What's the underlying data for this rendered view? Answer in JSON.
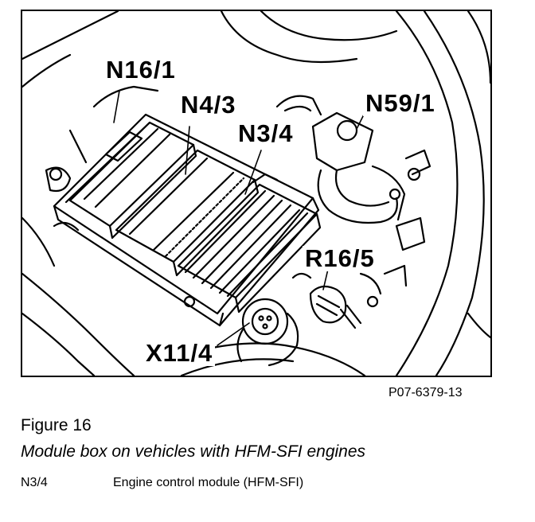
{
  "callouts": {
    "n16_1": "N16/1",
    "n4_3": "N4/3",
    "n3_4": "N3/4",
    "n59_1": "N59/1",
    "r16_5": "R16/5",
    "x11_4": "X11/4"
  },
  "reference_code": "P07-6379-13",
  "caption": {
    "title": "Figure 16",
    "subtitle": "Module box on vehicles with HFM-SFI engines"
  },
  "legend": [
    {
      "code": "N3/4",
      "description": "Engine control module (HFM-SFI)"
    }
  ]
}
